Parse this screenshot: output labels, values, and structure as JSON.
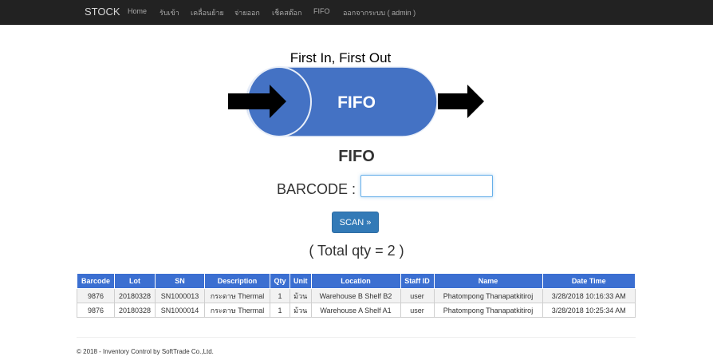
{
  "nav": {
    "brand": "STOCK",
    "items": [
      "Home",
      "รับเข้า",
      "เคลื่อนย้าย",
      "จ่ายออก",
      "เช็คสต๊อก",
      "FIFO",
      "ออกจากระบบ ( admin )"
    ]
  },
  "graphic": {
    "title": "First In, First Out",
    "label": "FIFO",
    "colors": {
      "pipe": "#4472c4",
      "arrow": "#000000"
    }
  },
  "page": {
    "heading": "FIFO",
    "barcode_label": "BARCODE :",
    "barcode_value": "",
    "scan_label": "SCAN »",
    "total_text": "( Total qty = 2 )"
  },
  "table": {
    "columns": [
      "Barcode",
      "Lot",
      "SN",
      "Description",
      "Qty",
      "Unit",
      "Location",
      "Staff ID",
      "Name",
      "Date Time"
    ],
    "rows": [
      [
        "9876",
        "20180328",
        "SN1000013",
        "กระดาษ Thermal",
        "1",
        "ม้วน",
        "Warehouse B Shelf B2",
        "user",
        "Phatompong Thanapatkitiroj",
        "3/28/2018 10:16:33 AM"
      ],
      [
        "9876",
        "20180328",
        "SN1000014",
        "กระดาษ Thermal",
        "1",
        "ม้วน",
        "Warehouse A Shelf A1",
        "user",
        "Phatompong Thanapatkitiroj",
        "3/28/2018 10:25:34 AM"
      ]
    ]
  },
  "footer": "© 2018 - Inventory Control by SoftTrade Co.,Ltd."
}
